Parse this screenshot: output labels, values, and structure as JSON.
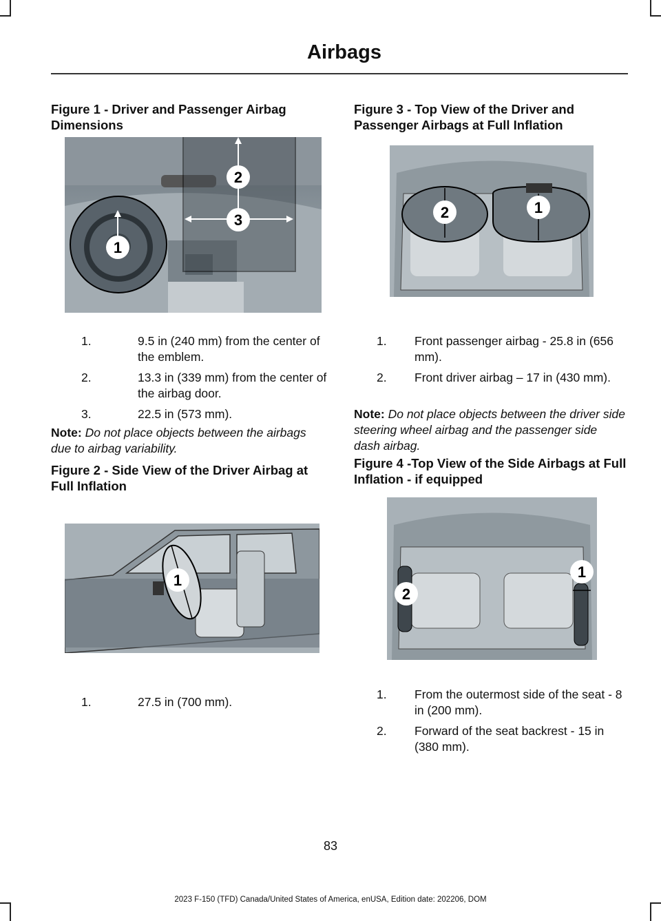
{
  "header": {
    "section_title": "Airbags"
  },
  "figure1": {
    "title": "Figure 1 - Driver and Passenger Airbag Dimensions",
    "callouts": [
      "1",
      "2",
      "3"
    ],
    "items": [
      {
        "num": "1.",
        "text": "9.5 in (240 mm) from the center of the emblem."
      },
      {
        "num": "2.",
        "text": "13.3 in (339 mm) from the center of the airbag door."
      },
      {
        "num": "3.",
        "text": "22.5 in (573 mm)."
      }
    ],
    "note_label": "Note:",
    "note_text": "Do not place objects between the airbags due to airbag variability."
  },
  "figure2": {
    "title": "Figure 2 - Side View of the Driver Airbag at Full Inflation",
    "callouts": [
      "1"
    ],
    "items": [
      {
        "num": "1.",
        "text": "27.5 in (700 mm)."
      }
    ]
  },
  "figure3": {
    "title": "Figure 3 - Top View of the Driver and Passenger Airbags at Full Inflation",
    "callouts": [
      "2",
      "1"
    ],
    "items": [
      {
        "num": "1.",
        "text": "Front passenger airbag - 25.8 in (656 mm)."
      },
      {
        "num": "2.",
        "text": "Front driver airbag – 17 in (430 mm)."
      }
    ],
    "note_label": "Note:",
    "note_text": "Do not place objects between the driver side steering wheel airbag and the passenger side dash airbag."
  },
  "figure4": {
    "title": "Figure 4 -Top View of the Side Airbags at Full Inflation - if equipped",
    "callouts": [
      "1",
      "2"
    ],
    "items": [
      {
        "num": "1.",
        "text": "From the outermost side of the seat - 8 in (200 mm)."
      },
      {
        "num": "2.",
        "text": "Forward of the seat backrest - 15 in (380 mm)."
      }
    ]
  },
  "footer": {
    "page_number": "83",
    "edition_text": "2023 F-150 (TFD) Canada/United States of America, enUSA, Edition date: 202206, DOM"
  }
}
